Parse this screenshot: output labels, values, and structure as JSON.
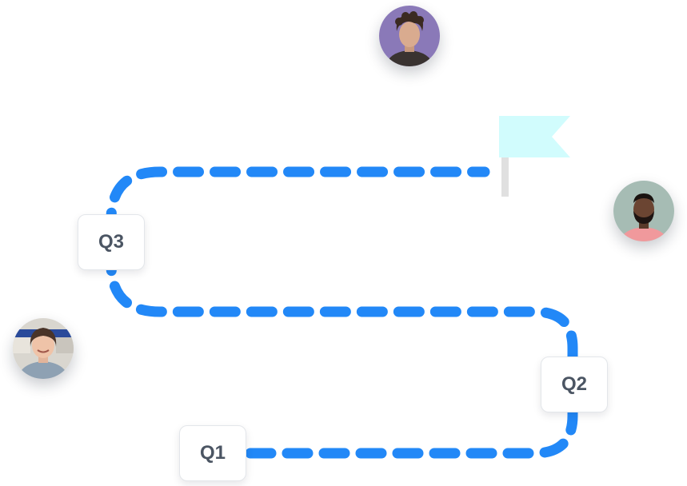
{
  "milestones": [
    {
      "id": "q1",
      "label": "Q1"
    },
    {
      "id": "q2",
      "label": "Q2"
    },
    {
      "id": "q3",
      "label": "Q3"
    }
  ],
  "icons": {
    "flag": "flag-icon",
    "avatars": [
      "avatar-curly-hair-man",
      "avatar-bearded-man",
      "avatar-smiling-woman"
    ]
  },
  "colors": {
    "path": "#2288f7",
    "flag": "#d1fcfd",
    "flag_pole": "#e0e0e0",
    "card_text": "#4b5563"
  }
}
